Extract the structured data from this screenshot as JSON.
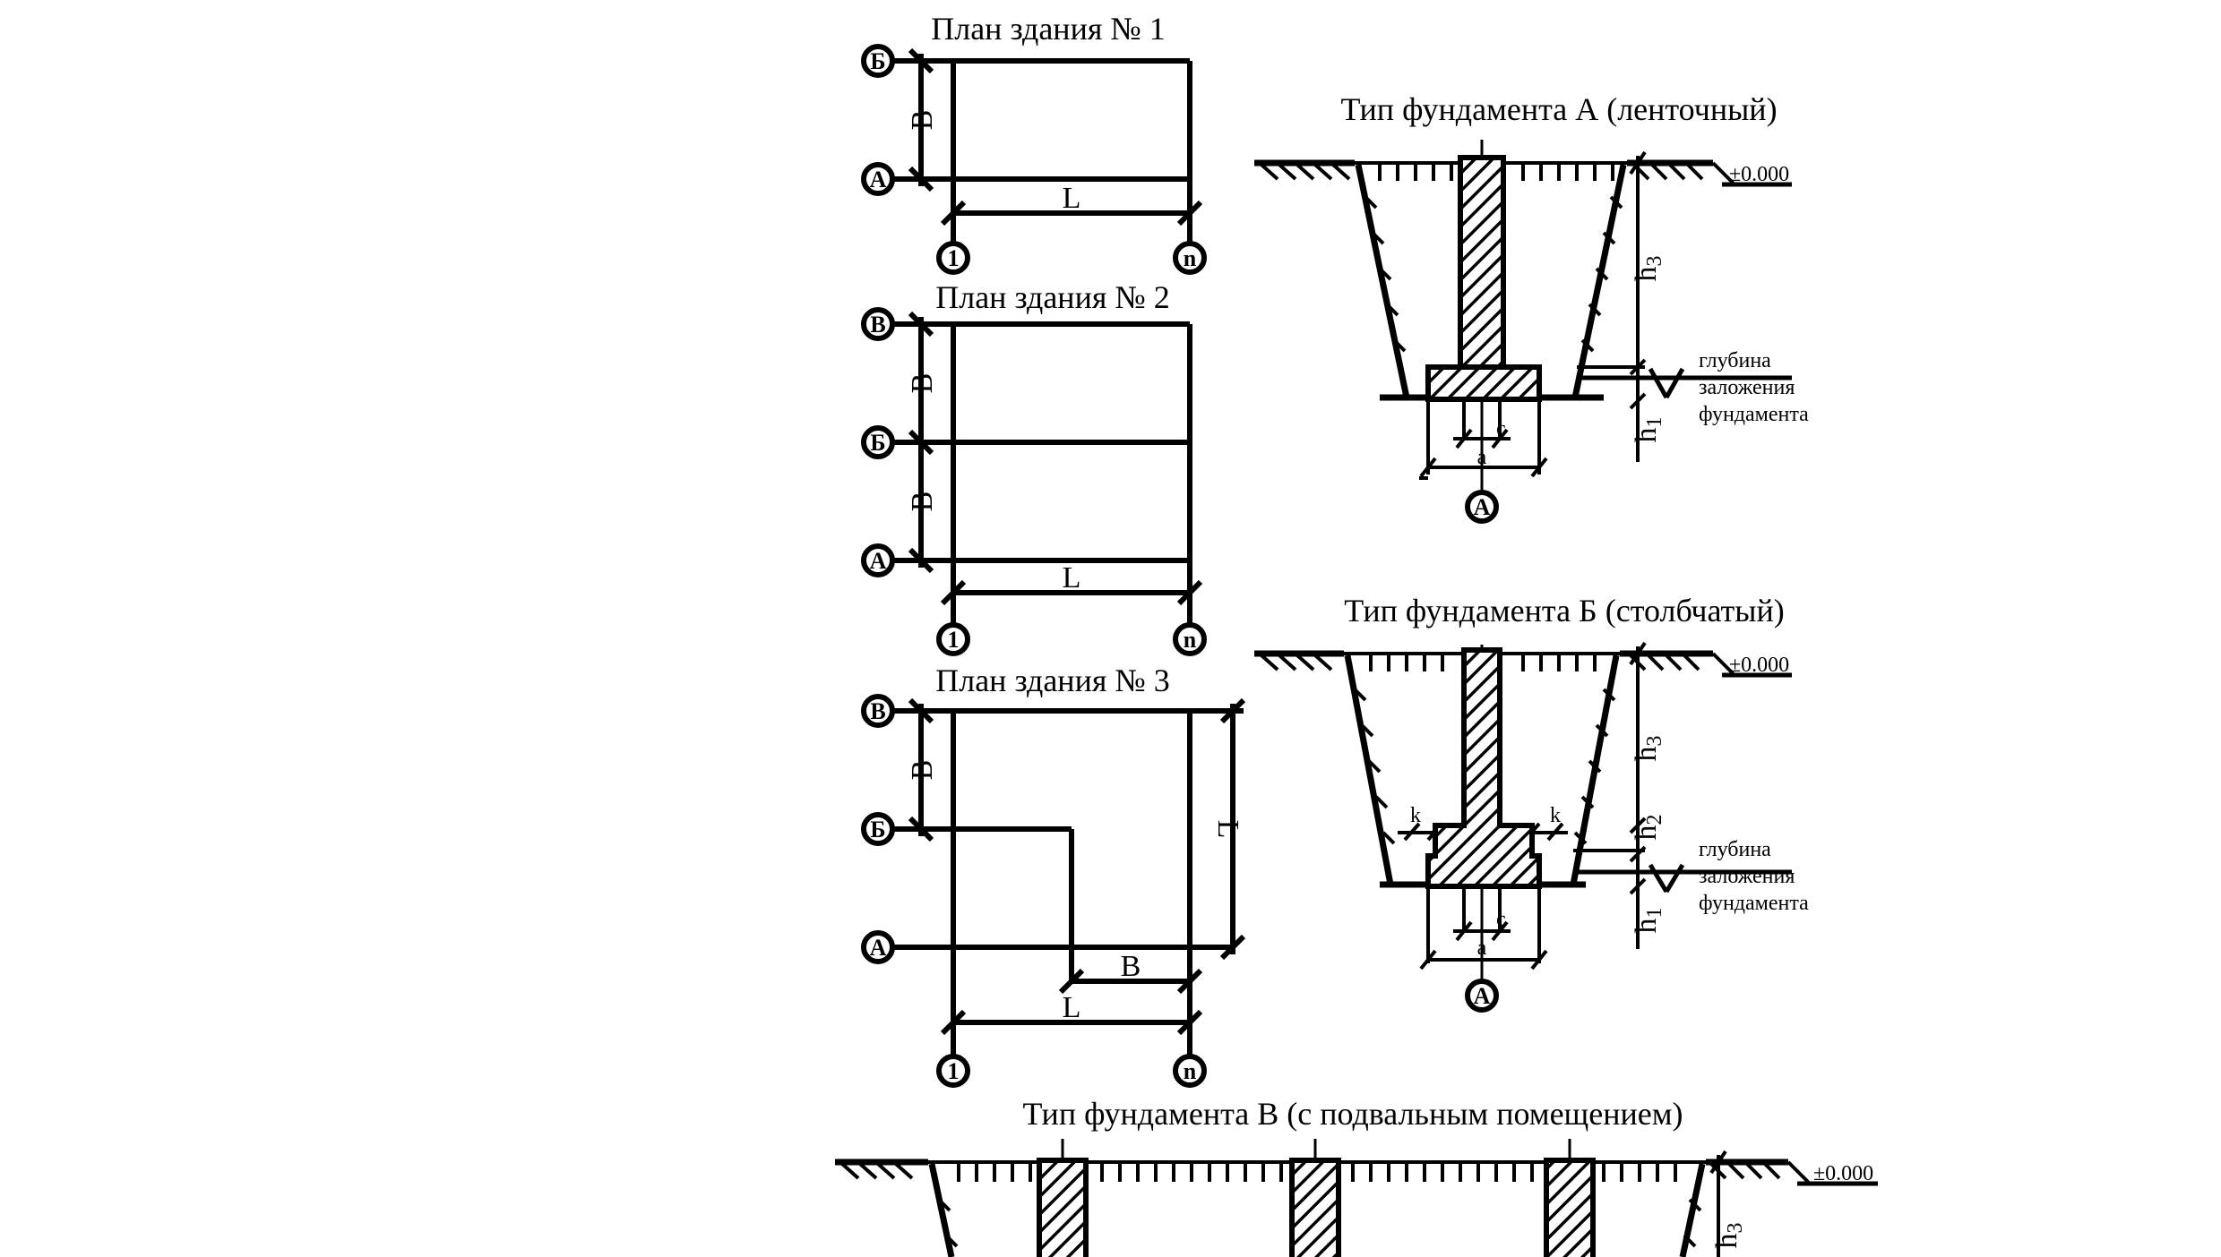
{
  "plan1": {
    "title": "План здания № 1",
    "axes": {
      "a": "А",
      "b": "Б",
      "one": "1",
      "n": "n"
    },
    "dims": {
      "width": "B",
      "length": "L"
    }
  },
  "plan2": {
    "title": "План здания № 2",
    "axes": {
      "a": "А",
      "b": "Б",
      "v": "В",
      "one": "1",
      "n": "n"
    },
    "dims": {
      "width1": "B",
      "width2": "B",
      "length": "L"
    }
  },
  "plan3": {
    "title": "План здания № 3",
    "axes": {
      "a": "А",
      "b": "Б",
      "v": "В",
      "one": "1",
      "n": "n"
    },
    "dims": {
      "width": "B",
      "length_vertical": "L",
      "width_bottom": "B",
      "length_bottom": "L"
    }
  },
  "foundationA": {
    "title": "Тип фундамента А (ленточный)",
    "level": "±0.000",
    "h3": "h",
    "h3_sub": "3",
    "h1": "h",
    "h1_sub": "1",
    "c": "c",
    "a": "a",
    "axis": "А",
    "depth_note": [
      "глубина",
      "заложения",
      "фундамента"
    ]
  },
  "foundationB": {
    "title": "Тип фундамента Б (столбчатый)",
    "level": "±0.000",
    "h3": "h",
    "h3_sub": "3",
    "h2": "h",
    "h2_sub": "2",
    "h1": "h",
    "h1_sub": "1",
    "k_left": "k",
    "k_right": "k",
    "c": "c",
    "a": "a",
    "axis": "А",
    "depth_note": [
      "глубина",
      "заложения",
      "фундамента"
    ]
  },
  "foundationV": {
    "title": "Тип фундамента В (с подвальным помещением)",
    "level": "±0.000",
    "h3": "h",
    "h3_sub": "3"
  }
}
